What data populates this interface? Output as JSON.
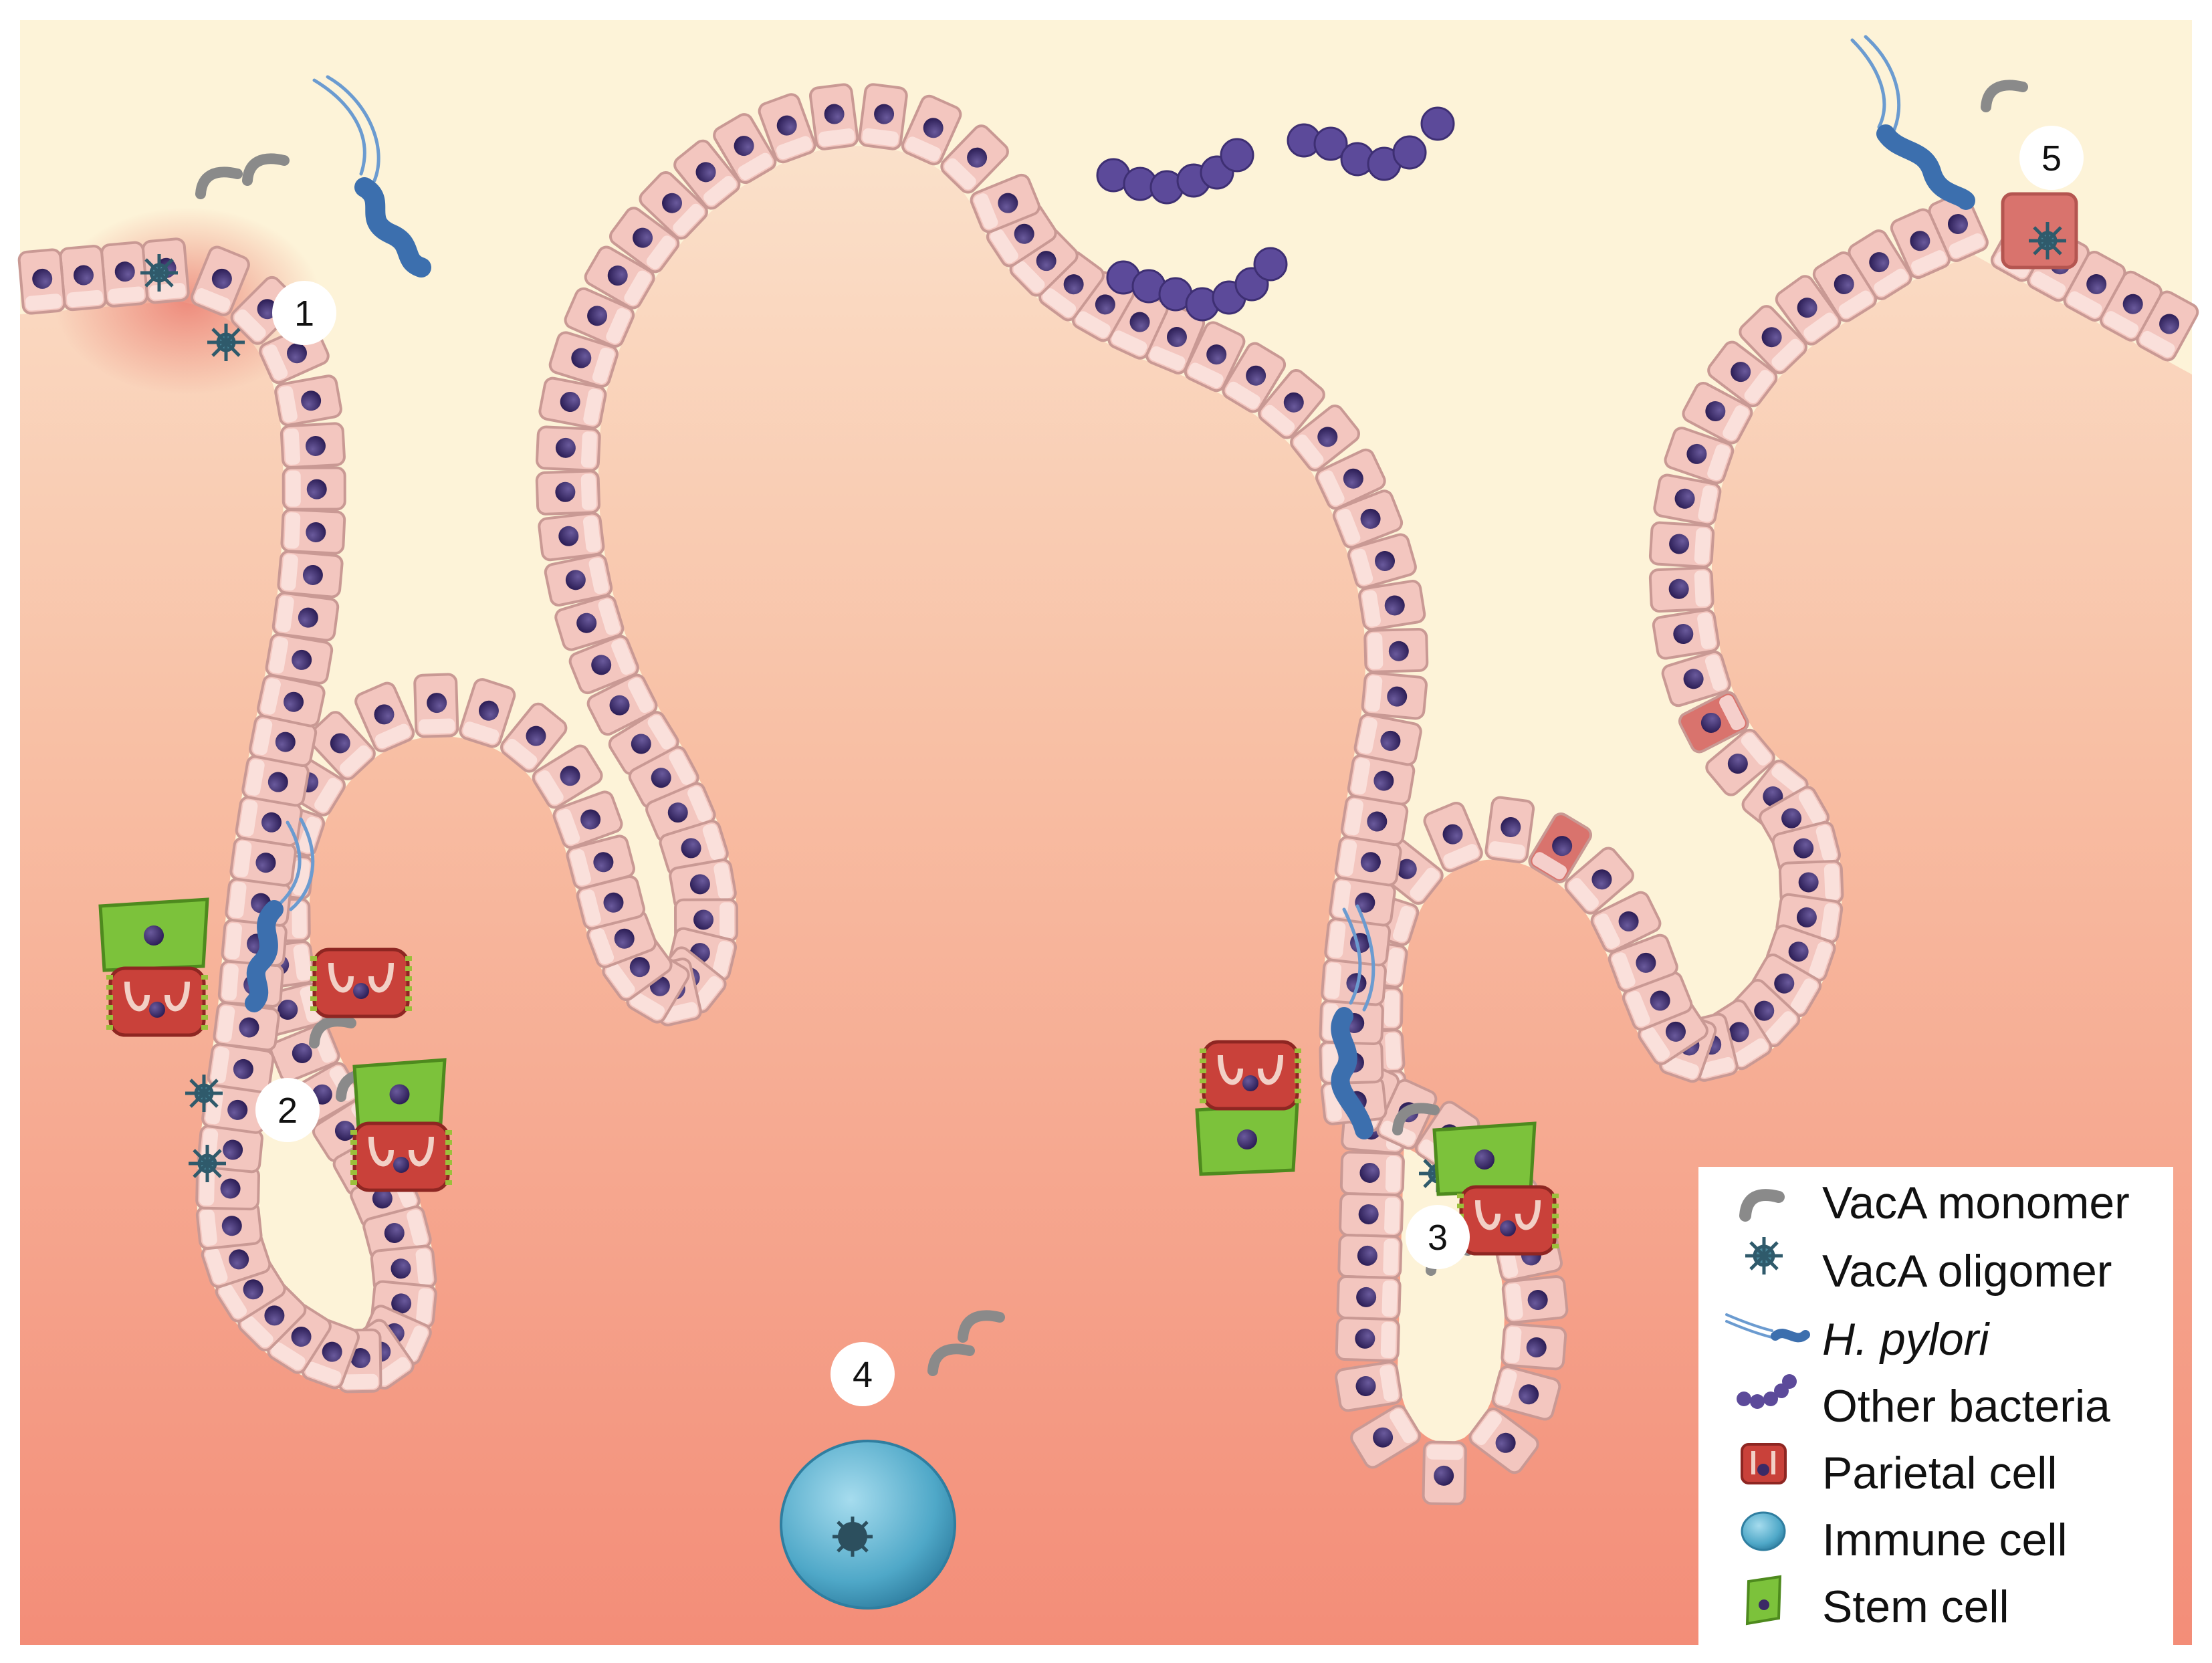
{
  "steps": [
    "1",
    "2",
    "3",
    "4",
    "5"
  ],
  "legend": {
    "items": [
      {
        "icon": "vaca-monomer-icon",
        "label": "VacA monomer",
        "italic": false
      },
      {
        "icon": "vaca-oligomer-icon",
        "label": "VacA oligomer",
        "italic": false
      },
      {
        "icon": "h-pylori-icon",
        "label": "H. pylori",
        "italic": true
      },
      {
        "icon": "other-bacteria-icon",
        "label": "Other bacteria",
        "italic": false
      },
      {
        "icon": "parietal-cell-icon",
        "label": "Parietal cell",
        "italic": false
      },
      {
        "icon": "immune-cell-icon",
        "label": "Immune cell",
        "italic": false
      },
      {
        "icon": "stem-cell-icon",
        "label": "Stem cell",
        "italic": false
      }
    ]
  },
  "colors": {
    "lumen_top": "#fdf3d8",
    "tissue_top": "#fbe0c9",
    "tissue_bottom": "#f4907c",
    "epithelial_cell": "#f3c6bf",
    "damaged_cell": "#d9736d",
    "nucleus": "#3b2a66",
    "stem_cell": "#7cc23b",
    "parietal_cell": "#c9413a",
    "immune_cell": "#5ab3cf",
    "h_pylori": "#3c6fae",
    "other_bacteria": "#5c4a9a",
    "vaca_monomer": "#8a8a8a"
  }
}
